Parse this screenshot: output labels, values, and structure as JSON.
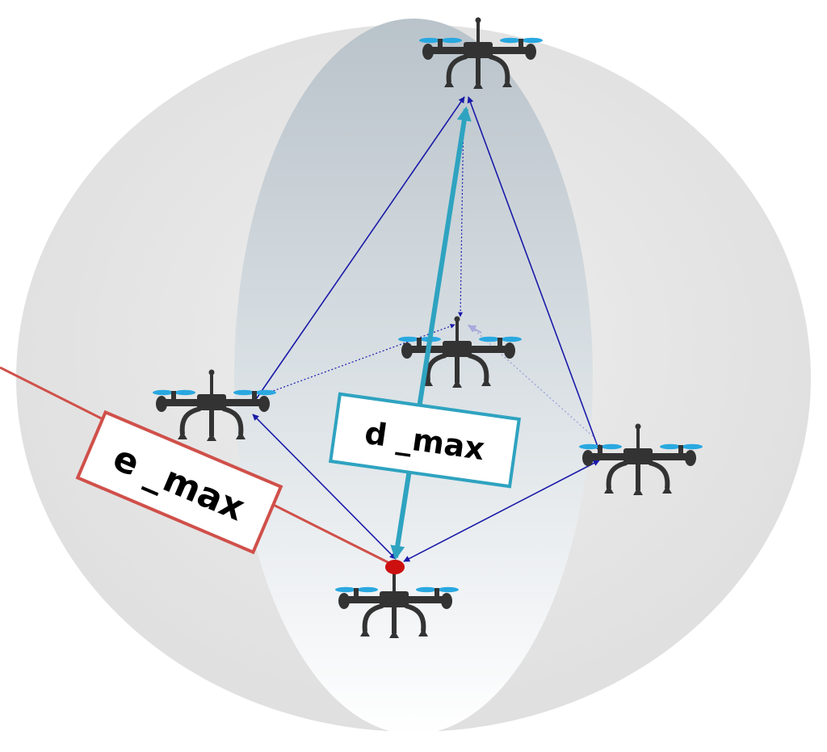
{
  "labels": {
    "d_max": "d _max",
    "e_max": "e _max"
  },
  "drones": [
    {
      "id": "top"
    },
    {
      "id": "center"
    },
    {
      "id": "left"
    },
    {
      "id": "right"
    },
    {
      "id": "bottom"
    }
  ],
  "colors": {
    "sphere": "#e0e0e0",
    "inner_ellipse": "#c8d0d6",
    "d_max_accent": "#2ea3c0",
    "e_max_accent": "#d0504a",
    "arrow": "#1a1aa8",
    "drone_body": "#333333",
    "propeller": "#29a8e0",
    "target_dot": "#cc1010"
  }
}
